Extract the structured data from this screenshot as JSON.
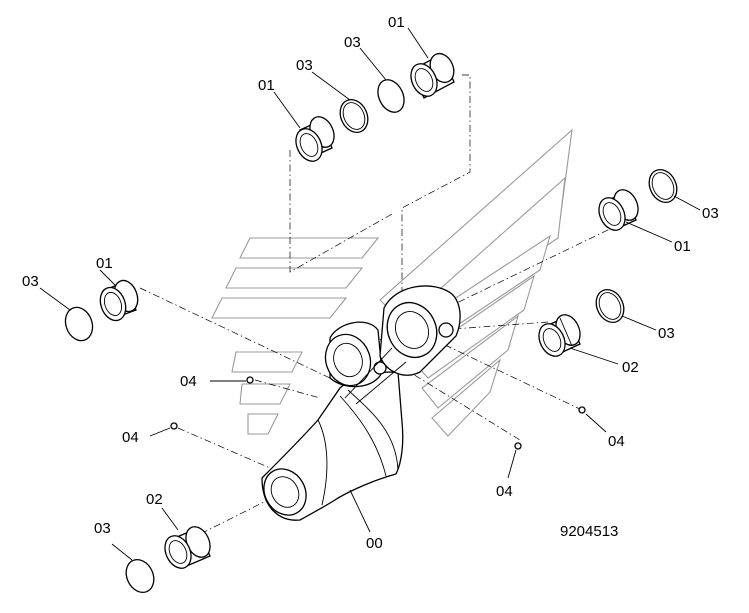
{
  "labels": {
    "bushing_top_right": "01",
    "ring_top_mid": "03",
    "bushing_top_left": "01",
    "ring_top_left": "03",
    "bushing_left": "01",
    "ring_left": "03",
    "ring_far_right": "03",
    "bushing_right": "01",
    "ring_right": "03",
    "bushing_mid_right": "02",
    "bushing_bottom": "02",
    "ring_bottom": "03",
    "fitting_left_upper": "04",
    "fitting_left_lower": "04",
    "fitting_right": "04",
    "fitting_bottom": "04",
    "main_link": "00"
  },
  "drawing_number": "9204513",
  "colors": {
    "line": "#000000",
    "watermark": "#9a9a9a",
    "background": "#ffffff"
  }
}
